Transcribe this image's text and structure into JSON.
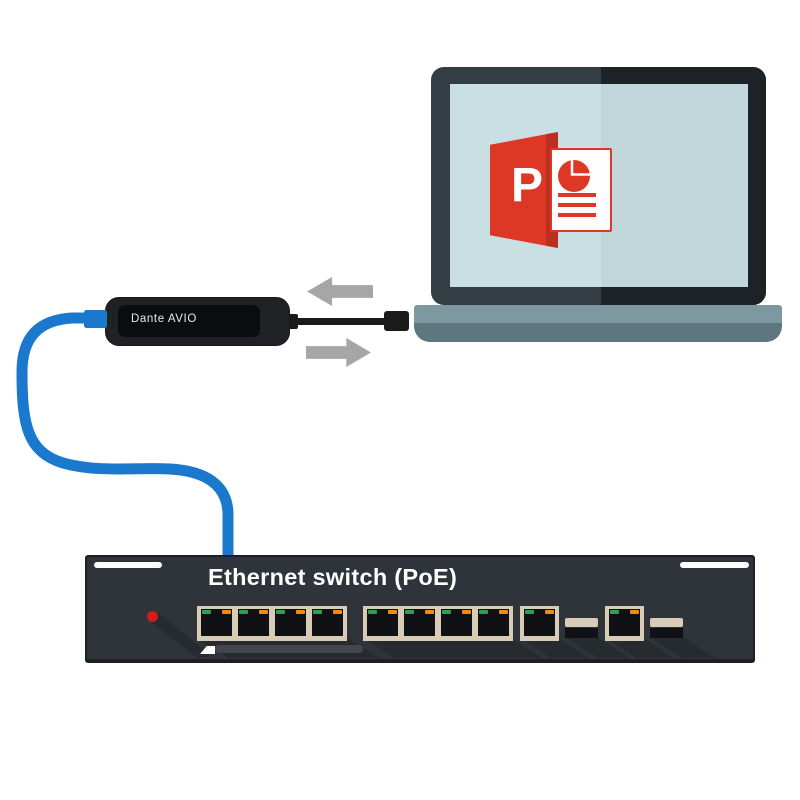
{
  "laptop": {
    "powerpoint_letter": "P",
    "slide_text_lines": 3,
    "pie_chart": "red pie with exploded top-right quarter"
  },
  "adapter": {
    "label": "Dante AVIO"
  },
  "arrows": {
    "directions": [
      "left",
      "right"
    ]
  },
  "switch": {
    "title": "Ethernet switch (PoE)",
    "port_groups": [
      4,
      4
    ],
    "singles": [
      1,
      1
    ],
    "sfp_slots": 2,
    "port_led_colors": [
      "green",
      "orange"
    ],
    "status_led": "red"
  },
  "icons": {
    "powerpoint-logo": "red flag with white P, slide with pie chart and text lines",
    "arrow-left-icon": "gray block arrow pointing left",
    "arrow-right-icon": "gray block arrow pointing right",
    "status-led": "red dot",
    "rj45-port": "dark square in tan frame with green and orange LEDs"
  },
  "colors": {
    "bg": "#ffffff",
    "bezel-left": "#333d44",
    "bezel-right": "#1d2226",
    "screen": "#c9dfe3",
    "base-top": "#7e98a1",
    "base-bottom": "#5f767f",
    "ppt-red": "#dd3826",
    "ppt-red-dark": "#ba2f1f",
    "adapter-body": "#202124",
    "adapter-window": "#0b0c0e",
    "cable-black": "#1a1a1a",
    "blue": "#1a79cd",
    "arrow": "#a6a6a6",
    "switch-body": "#2e343a",
    "switch-border": "#1c2024",
    "shadow": "#262b30",
    "vent": "#42474e",
    "tan": "#d9ccb6",
    "port-dark": "#0f1114",
    "led-green": "#2da14e",
    "led-orange": "#ee8e0c",
    "led-red": "#d41c1c"
  }
}
